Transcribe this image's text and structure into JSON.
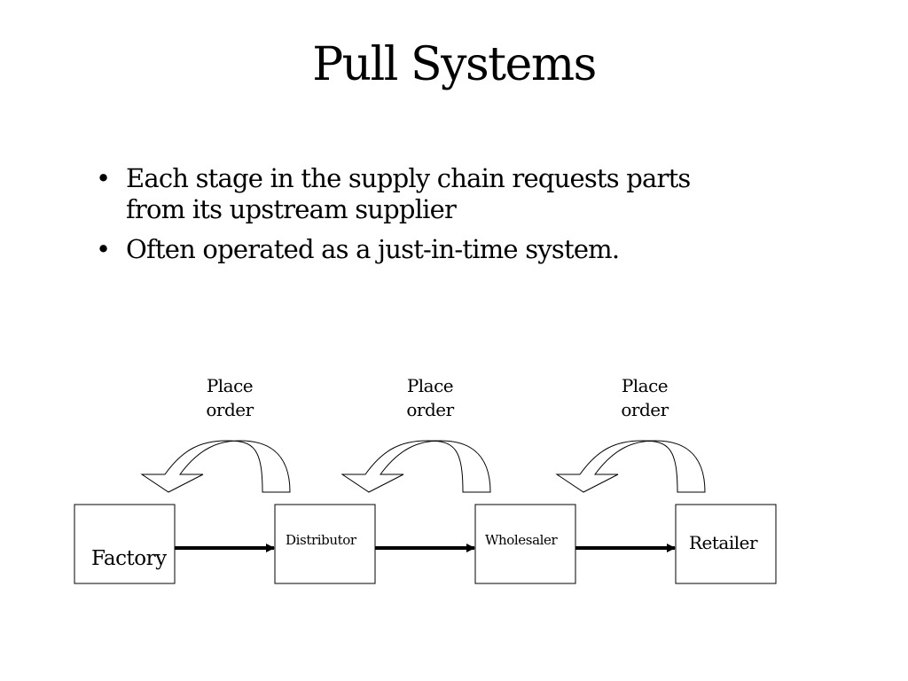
{
  "title": "Pull Systems",
  "bullets": [
    "Each stage in the supply chain requests parts from its upstream supplier",
    "Often operated as a just-in-time system."
  ],
  "bullet_glyph": "•",
  "diagram": {
    "stages": [
      "Factory",
      "Distributor",
      "Wholesaler",
      "Retailer"
    ],
    "order_labels": [
      {
        "line1": "Place",
        "line2": "order"
      },
      {
        "line1": "Place",
        "line2": "order"
      },
      {
        "line1": "Place",
        "line2": "order"
      }
    ],
    "colors": {
      "stroke": "#000000",
      "fill": "#ffffff"
    }
  }
}
